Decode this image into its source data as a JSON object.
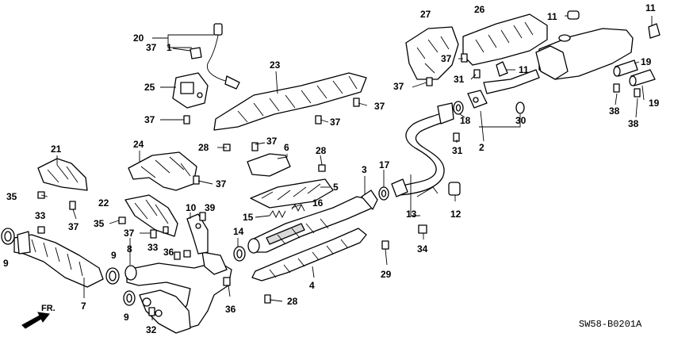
{
  "diagram": {
    "callouts": {
      "c1": "1",
      "c2": "2",
      "c3": "3",
      "c4": "4",
      "c5": "5",
      "c6": "6",
      "c7": "7",
      "c8": "8",
      "c9a": "9",
      "c9b": "9",
      "c9c": "9",
      "c10": "10",
      "c11a": "11",
      "c11b": "11",
      "c11c": "11",
      "c12": "12",
      "c13": "13",
      "c14": "14",
      "c15": "15",
      "c16": "16",
      "c17": "17",
      "c18": "18",
      "c19a": "19",
      "c19b": "19",
      "c20": "20",
      "c21": "21",
      "c22": "22",
      "c23": "23",
      "c24": "24",
      "c25": "25",
      "c26": "26",
      "c27": "27",
      "c28a": "28",
      "c28b": "28",
      "c28c": "28",
      "c29": "29",
      "c30": "30",
      "c31a": "31",
      "c31b": "31",
      "c32": "32",
      "c33a": "33",
      "c33b": "33",
      "c34": "34",
      "c35a": "35",
      "c35b": "35",
      "c36a": "36",
      "c36b": "36",
      "c37a": "37",
      "c37b": "37",
      "c37c": "37",
      "c37d": "37",
      "c37e": "37",
      "c37f": "37",
      "c37g": "37",
      "c37h": "37",
      "c37i": "37",
      "c37j": "37",
      "c38a": "38",
      "c38b": "38",
      "c39": "39"
    },
    "front_arrow_label": "FR.",
    "drawing_code": "SW58-B0201A"
  }
}
